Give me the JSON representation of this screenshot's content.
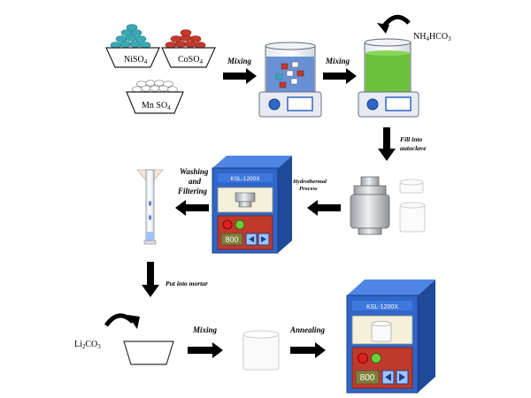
{
  "reagents": {
    "niso4": "NiSO",
    "coso4": "CoSO",
    "mnso4": "Mn SO",
    "sub4": "4",
    "nh4hco3_a": "NH",
    "nh4hco3_b": "HCO",
    "sub3": "3",
    "li2co3_a": "Li",
    "li2co3_b": "CO",
    "sub2": "2"
  },
  "steps": {
    "mixing_1": "Mixing",
    "mixing_2": "Mixing",
    "fill_into_1": "Fill into",
    "fill_into_2": "autoclave",
    "hydro_1": "Hydrothermal",
    "hydro_2": "Process",
    "washing_1": "Washing",
    "washing_2": "and",
    "washing_3": "Filtering",
    "mortar": "Put into mortar",
    "mixing_3": "Mixing",
    "annealing": "Annealing"
  },
  "furnace": {
    "model": "KSL-1200X",
    "display": "800"
  },
  "colors": {
    "ni_blue": "#3aa9b5",
    "co_red": "#c0392b",
    "furnace_blue": "#2f66c8",
    "panel_red": "#c0392b",
    "green_solution": "#6cc23a"
  }
}
